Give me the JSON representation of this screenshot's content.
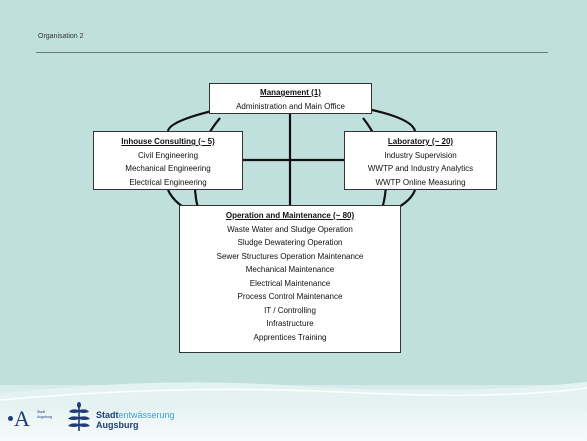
{
  "slide_title": "Organisation 2",
  "management": {
    "title": "Management (1)",
    "items": [
      "Administration and Main Office"
    ]
  },
  "consulting": {
    "title": "Inhouse Consulting (~ 5)",
    "items": [
      "Civil Engineering",
      "Mechanical Engineering",
      "Electrical Engineering"
    ]
  },
  "laboratory": {
    "title": "Laboratory (~ 20)",
    "items": [
      "Industry Supervision",
      "WWTP and Industry Analytics",
      "WWTP Online Measuring"
    ]
  },
  "operation": {
    "title": "Operation and Maintenance (~ 80)",
    "items": [
      "Waste Water and Sludge Operation",
      "Sludge Dewatering Operation",
      "Sewer Structures Operation Maintenance",
      "Mechanical Maintenance",
      "Electrical Maintenance",
      "Process Control Maintenance",
      "IT / Controlling",
      "Infrastructure",
      "Apprentices Training"
    ]
  },
  "footer": {
    "city_logo_letter": "A",
    "city_logo_small_1": "Stadt",
    "city_logo_small_2": "Augsburg",
    "brand_part1": "Stadt",
    "brand_part2": "entwässerung",
    "brand_line2": "Augsburg",
    "brand_color_dark": "#1d3c78",
    "brand_color_light": "#3d9ed6"
  },
  "colors": {
    "background": "#bfe0dd",
    "connector": "#111111",
    "box_fill": "#ffffff"
  }
}
